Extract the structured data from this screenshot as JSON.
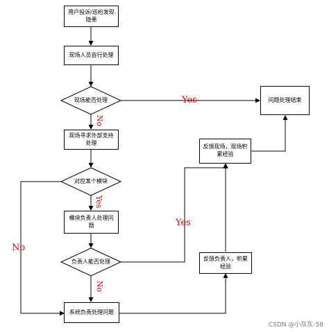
{
  "nodes": {
    "start": "用户投诉/巡检发现隐患",
    "self_handle": "现场人员自行处理",
    "can_handle": "现场能否处理",
    "seek_support": "现场寻求外部支持处理",
    "which_module": "对应某个模块",
    "module_owner": "模块负责人处理问题",
    "owner_can_handle": "负责人能否处理",
    "system_owner": "系统负责处理问题",
    "feedback_owner": "反馈负责人，积累经验",
    "feedback_site": "反馈现场，现场积累经验",
    "end": "问题处理结束"
  },
  "labels": {
    "yes_top": "Yes",
    "no_top": "No",
    "yes_module": "Yes",
    "no_left": "No",
    "yes_owner": "Yes",
    "no_bottom": "No"
  },
  "watermark": "CSDN @小灰灰-58"
}
